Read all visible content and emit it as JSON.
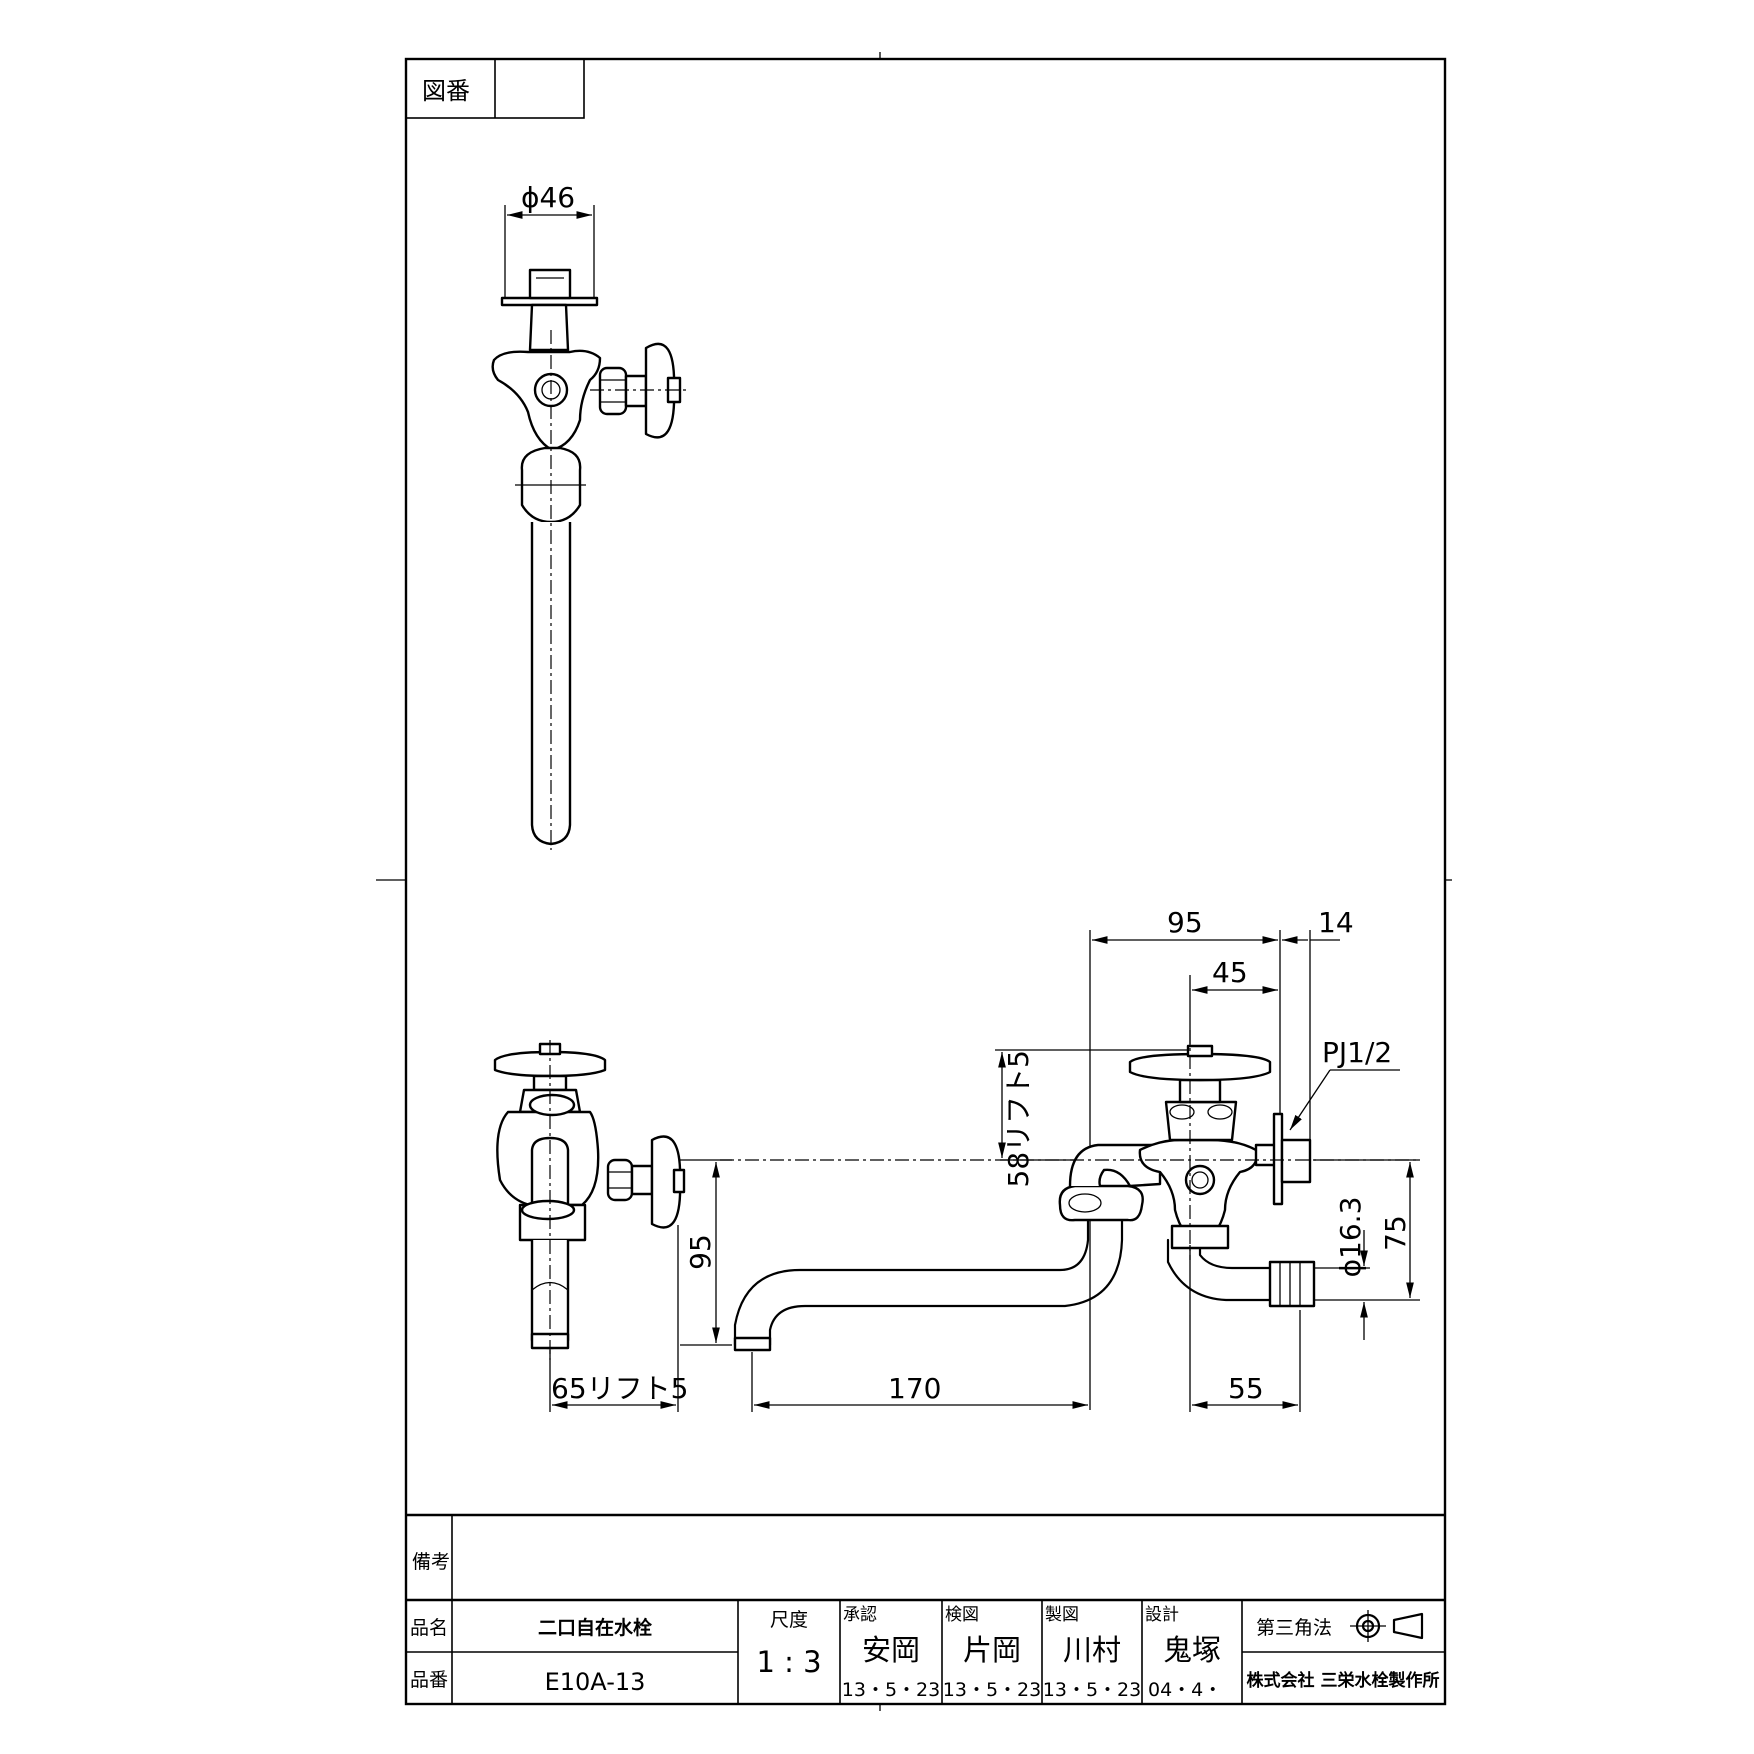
{
  "drawing_number": {
    "label": "図番",
    "value": ""
  },
  "top_view": {
    "dim_diameter": "ϕ46"
  },
  "left_view": {
    "dim_width": "65リフト5"
  },
  "front_view": {
    "dim_top_total": "95",
    "dim_top_right": "14",
    "dim_inner": "45",
    "dim_lift": "58リフト5",
    "dim_thread": "PJ1/2",
    "dim_hose_diameter": "ϕ16.3",
    "dim_height_right": "75",
    "dim_height_left": "95",
    "dim_spout_length": "170",
    "dim_hose_offset": "55"
  },
  "title_block": {
    "remarks_label": "備考",
    "remarks_value": "",
    "product_name_label": "品名",
    "product_name": "二口自在水栓",
    "product_number_label": "品番",
    "product_number": "E10A-13",
    "scale_label": "尺度",
    "scale_value": "1 : 3",
    "approved_label": "承認",
    "approved_name": "安岡",
    "approved_date": "13・5・23",
    "checked_label": "検図",
    "checked_name": "片岡",
    "checked_date": "13・5・23",
    "drawn_label": "製図",
    "drawn_name": "川村",
    "drawn_date": "13・5・23",
    "designed_label": "設計",
    "designed_name": "鬼塚",
    "designed_date": "04・4・",
    "projection_label": "第三角法",
    "company": "株式会社 三栄水栓製作所"
  }
}
